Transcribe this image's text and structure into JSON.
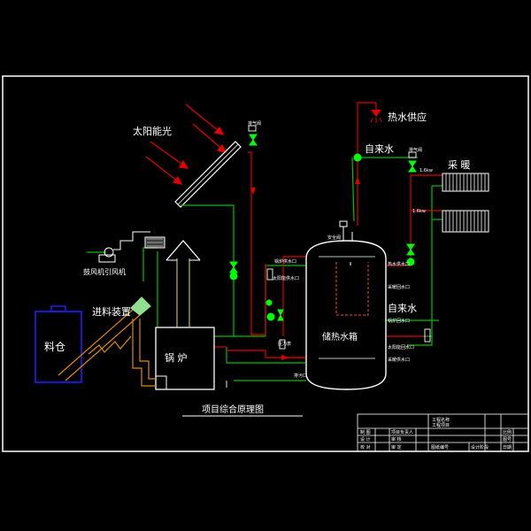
{
  "colors": {
    "background": "#000000",
    "frame": "#ffffff",
    "water_supply": "#00c000",
    "hot_water": "#e00000",
    "equipment": "#ffffff",
    "material_bin": "#2020ff",
    "feeder": "#e08a00",
    "flue": "#e0e060",
    "tank_coil": "#ff4040",
    "radiator": "#ffffff",
    "label_text": "#ffffff",
    "valve": "#00ff00"
  },
  "labels": {
    "solar_light": "太阳能光",
    "hot_water_supply": "热水供应",
    "tap_water_top": "自来水",
    "tap_water_right": "自来水",
    "radiator": "采  暖",
    "feeder_device": "进料装置",
    "material_bin": "料仓",
    "boiler": "锅  炉",
    "storage_tank": "储热水箱",
    "fan_label": "鼓风机引风机",
    "diagram_title": "项目综合原理图"
  },
  "small_labels": {
    "vent_valve_top": "排气阀",
    "vent_valve_mid": "排气阀",
    "tank_outlet_1": "锅炉供水口",
    "tank_outlet_2": "太阳能供水口",
    "tank_side_1": "热水供水口",
    "tank_side_2": "采暖回水口",
    "tank_side_3": "锅炉回水口",
    "tank_side_4": "太阳能回水口",
    "tank_side_5": "采暖供水口",
    "tank_bottom": "排污口",
    "top_valve": "安全阀",
    "pressure": "压力表",
    "rad_1": "1.6kw",
    "rad_2": "1.6kw"
  },
  "title_block": {
    "project_label": "工程名称",
    "project_sub": "工程项目",
    "r1c1": "制  图",
    "r1c2": "项目负责人",
    "r2c1": "设  计",
    "r2c2": "审  核",
    "r3c1": "校  对",
    "r3c2": "审  定",
    "r3c3": "图纸编号",
    "r3c4": "设计阶段",
    "right_1": "比例",
    "right_2": "图号",
    "right_3": "日期"
  }
}
